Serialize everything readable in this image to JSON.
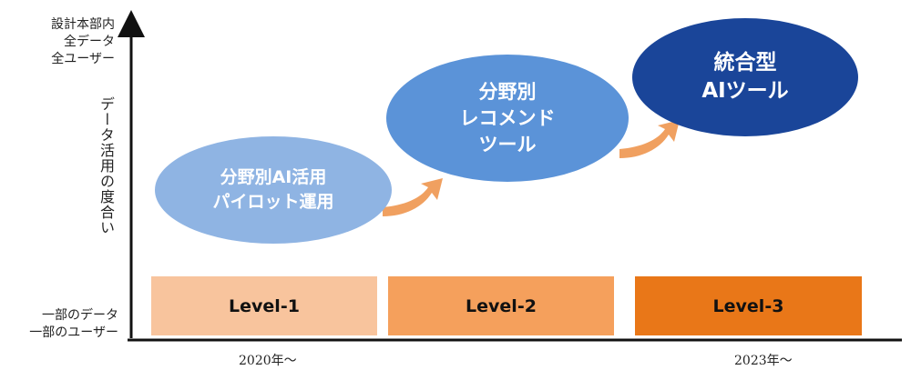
{
  "axis": {
    "top_lines": [
      "設計本部内",
      "全データ",
      "全ユーザー"
    ],
    "bottom_lines": [
      "一部のデータ",
      "一部のユーザー"
    ],
    "vertical_label": "データ活用の度合い"
  },
  "stages": [
    {
      "lines": [
        "分野別AI活用",
        "パイロット運用"
      ],
      "color": "#8fb4e3"
    },
    {
      "lines": [
        "分野別",
        "レコメンド",
        "ツール"
      ],
      "color": "#5b93d8"
    },
    {
      "lines": [
        "統合型",
        "AIツール"
      ],
      "color": "#1a4599"
    }
  ],
  "levels": [
    {
      "label": "Level-1",
      "color": "#f8c49d"
    },
    {
      "label": "Level-2",
      "color": "#f5a05c"
    },
    {
      "label": "Level-3",
      "color": "#e97718"
    }
  ],
  "timeline": {
    "start_label": "2020年～",
    "later_label": "2023年～"
  },
  "colors": {
    "arrow": "#f0a060",
    "axis": "#111111"
  }
}
